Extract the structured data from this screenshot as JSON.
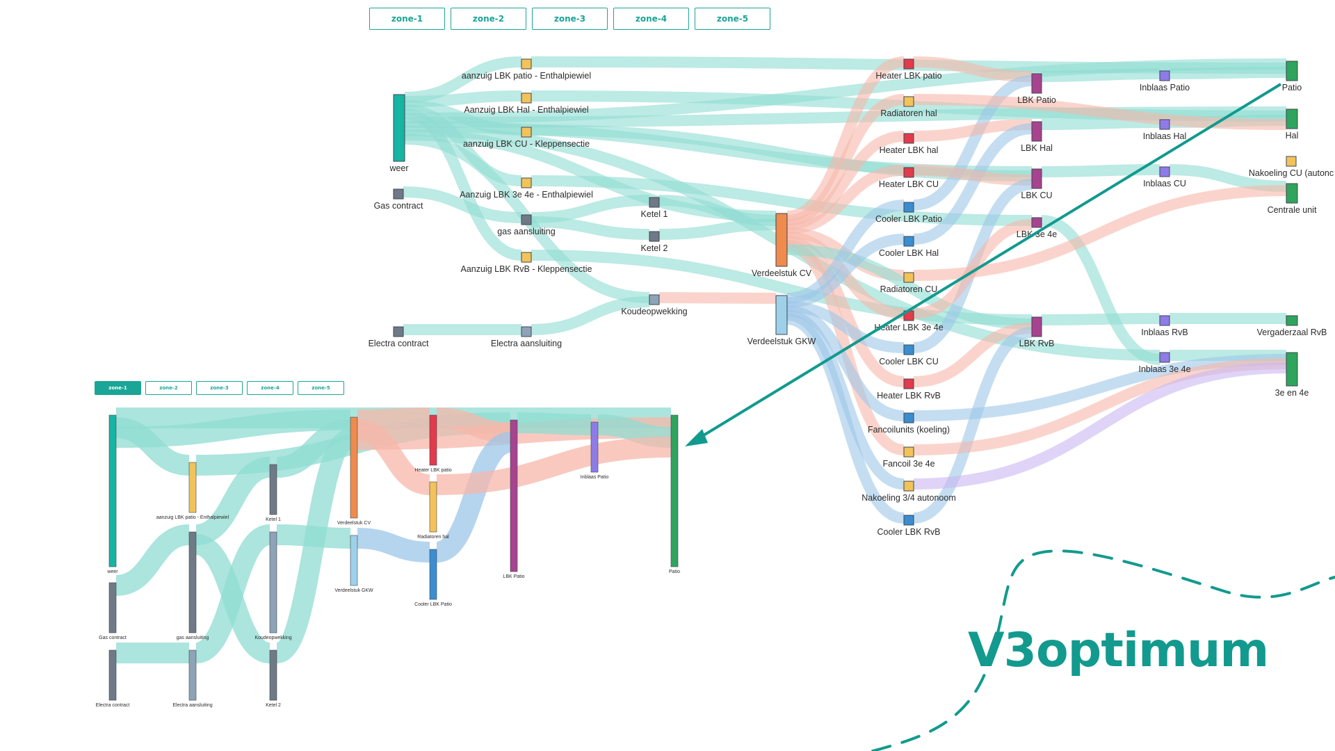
{
  "top_zones": [
    "zone-1",
    "zone-2",
    "zone-3",
    "zone-4",
    "zone-5"
  ],
  "mini_zones": [
    "zone-1",
    "zone-2",
    "zone-3",
    "zone-4",
    "zone-5"
  ],
  "mini_active_zone": 0,
  "logo": {
    "text": "V3optimum"
  },
  "colors": {
    "teal": "#16b5a3",
    "flow_teal": "#8fdcd2",
    "flow_red": "#f7b7aa",
    "flow_blue": "#9cc6e8",
    "flow_purple": "#c9b8f2",
    "yellow": "#f2c35a",
    "red": "#e23b4c",
    "grey": "#6f7a86",
    "blue": "#3b8dd0",
    "purple": "#a8438f",
    "violet": "#8e7be8",
    "green": "#2fa45d",
    "orange": "#ef8b4d",
    "lightblue": "#9fd0ea",
    "greyblue": "#8ea3b8"
  },
  "main_nodes": [
    {
      "id": "weer",
      "label": "weer",
      "color": "teal"
    },
    {
      "id": "gas_contract",
      "label": "Gas contract",
      "color": "grey"
    },
    {
      "id": "electra_contract",
      "label": "Electra contract",
      "color": "grey"
    },
    {
      "id": "az_patio",
      "label": "aanzuig LBK patio - Enthalpiewiel",
      "color": "yellow"
    },
    {
      "id": "az_hal",
      "label": "Aanzuig LBK Hal - Enthalpiewiel",
      "color": "yellow"
    },
    {
      "id": "az_cu",
      "label": "aanzuig LBK CU - Kleppensectie",
      "color": "yellow"
    },
    {
      "id": "az_3e",
      "label": "Aanzuig LBK 3e 4e - Enthalpiewiel",
      "color": "yellow"
    },
    {
      "id": "gas_aansl",
      "label": "gas aansluiting",
      "color": "grey"
    },
    {
      "id": "az_rvb",
      "label": "Aanzuig LBK RvB - Kleppensectie",
      "color": "yellow"
    },
    {
      "id": "electra_aansl",
      "label": "Electra aansluiting",
      "color": "greyblue"
    },
    {
      "id": "ketel1",
      "label": "Ketel 1",
      "color": "grey"
    },
    {
      "id": "ketel2",
      "label": "Ketel 2",
      "color": "grey"
    },
    {
      "id": "koude",
      "label": "Koudeopwekking",
      "color": "greyblue"
    },
    {
      "id": "vcv",
      "label": "Verdeelstuk CV",
      "color": "orange"
    },
    {
      "id": "vgkw",
      "label": "Verdeelstuk GKW",
      "color": "lightblue"
    },
    {
      "id": "h_patio",
      "label": "Heater LBK patio",
      "color": "red"
    },
    {
      "id": "rad_hal",
      "label": "Radiatoren hal",
      "color": "yellow"
    },
    {
      "id": "h_hal",
      "label": "Heater LBK hal",
      "color": "red"
    },
    {
      "id": "h_cu",
      "label": "Heater LBK CU",
      "color": "red"
    },
    {
      "id": "c_patio",
      "label": "Cooler LBK Patio",
      "color": "blue"
    },
    {
      "id": "c_hal",
      "label": "Cooler LBK Hal",
      "color": "blue"
    },
    {
      "id": "rad_cu",
      "label": "Radiatoren CU",
      "color": "yellow"
    },
    {
      "id": "h_3e",
      "label": "Heater LBK 3e 4e",
      "color": "red"
    },
    {
      "id": "c_cu",
      "label": "Cooler LBK CU",
      "color": "blue"
    },
    {
      "id": "h_rvb",
      "label": "Heater LBK RvB",
      "color": "red"
    },
    {
      "id": "fancoil",
      "label": "Fancoilunits (koeling)",
      "color": "blue"
    },
    {
      "id": "fancoil3e",
      "label": "Fancoil 3e 4e",
      "color": "yellow"
    },
    {
      "id": "nakoel34",
      "label": "Nakoeling 3/4 autonoom",
      "color": "yellow"
    },
    {
      "id": "c_rvb",
      "label": "Cooler LBK RvB",
      "color": "blue"
    },
    {
      "id": "lbk_patio",
      "label": "LBK Patio",
      "color": "purple"
    },
    {
      "id": "lbk_hal",
      "label": "LBK Hal",
      "color": "purple"
    },
    {
      "id": "lbk_cu",
      "label": "LBK CU",
      "color": "purple"
    },
    {
      "id": "lbk_3e",
      "label": "LBK 3e 4e",
      "color": "purple"
    },
    {
      "id": "lbk_rvb",
      "label": "LBK RvB",
      "color": "purple"
    },
    {
      "id": "in_patio",
      "label": "Inblaas Patio",
      "color": "violet"
    },
    {
      "id": "in_hal",
      "label": "Inblaas Hal",
      "color": "violet"
    },
    {
      "id": "in_cu",
      "label": "Inblaas CU",
      "color": "violet"
    },
    {
      "id": "in_rvb",
      "label": "Inblaas RvB",
      "color": "violet"
    },
    {
      "id": "in_3e",
      "label": "Inblaas 3e 4e",
      "color": "violet"
    },
    {
      "id": "patio",
      "label": "Patio",
      "color": "green"
    },
    {
      "id": "hal",
      "label": "Hal",
      "color": "green"
    },
    {
      "id": "nakoel_cu",
      "label": "Nakoeling CU (autonc",
      "color": "yellow"
    },
    {
      "id": "centrale",
      "label": "Centrale unit",
      "color": "green"
    },
    {
      "id": "vergader",
      "label": "Vergaderzaal RvB",
      "color": "green"
    },
    {
      "id": "e3e4",
      "label": "3e en 4e",
      "color": "green"
    }
  ],
  "main_links": [
    [
      "weer",
      "az_patio",
      "teal"
    ],
    [
      "weer",
      "az_hal",
      "teal"
    ],
    [
      "weer",
      "az_cu",
      "teal"
    ],
    [
      "weer",
      "az_3e",
      "teal"
    ],
    [
      "weer",
      "az_rvb",
      "teal"
    ],
    [
      "weer",
      "patio",
      "teal"
    ],
    [
      "weer",
      "hal",
      "teal"
    ],
    [
      "weer",
      "lbk_cu",
      "teal"
    ],
    [
      "weer",
      "in_3e",
      "teal"
    ],
    [
      "weer",
      "vcv",
      "teal"
    ],
    [
      "weer",
      "koude",
      "teal"
    ],
    [
      "az_patio",
      "patio",
      "teal"
    ],
    [
      "az_hal",
      "hal",
      "teal"
    ],
    [
      "az_cu",
      "lbk_cu",
      "teal"
    ],
    [
      "az_3e",
      "lbk_3e",
      "teal"
    ],
    [
      "az_rvb",
      "lbk_rvb",
      "teal"
    ],
    [
      "gas_contract",
      "gas_aansl",
      "teal"
    ],
    [
      "gas_aansl",
      "ketel1",
      "teal"
    ],
    [
      "gas_aansl",
      "ketel2",
      "teal"
    ],
    [
      "ketel1",
      "vcv",
      "teal"
    ],
    [
      "ketel2",
      "vcv",
      "teal"
    ],
    [
      "electra_contract",
      "electra_aansl",
      "teal"
    ],
    [
      "electra_aansl",
      "koude",
      "teal"
    ],
    [
      "koude",
      "vgkw",
      "red"
    ],
    [
      "vcv",
      "h_patio",
      "red"
    ],
    [
      "vcv",
      "rad_hal",
      "red"
    ],
    [
      "vcv",
      "h_hal",
      "red"
    ],
    [
      "vcv",
      "h_cu",
      "red"
    ],
    [
      "vcv",
      "rad_cu",
      "red"
    ],
    [
      "vcv",
      "h_3e",
      "red"
    ],
    [
      "vcv",
      "h_rvb",
      "red"
    ],
    [
      "vcv",
      "fancoil3e",
      "red"
    ],
    [
      "vcv",
      "lbk_rvb",
      "teal"
    ],
    [
      "vgkw",
      "c_patio",
      "blue"
    ],
    [
      "vgkw",
      "c_hal",
      "blue"
    ],
    [
      "vgkw",
      "c_cu",
      "blue"
    ],
    [
      "vgkw",
      "fancoil",
      "blue"
    ],
    [
      "vgkw",
      "nakoel34",
      "blue"
    ],
    [
      "vgkw",
      "c_rvb",
      "blue"
    ],
    [
      "h_patio",
      "lbk_patio",
      "red"
    ],
    [
      "c_patio",
      "lbk_patio",
      "blue"
    ],
    [
      "h_hal",
      "lbk_hal",
      "red"
    ],
    [
      "c_hal",
      "lbk_hal",
      "blue"
    ],
    [
      "h_cu",
      "lbk_cu",
      "red"
    ],
    [
      "c_cu",
      "lbk_cu",
      "blue"
    ],
    [
      "h_3e",
      "lbk_3e",
      "red"
    ],
    [
      "h_rvb",
      "lbk_rvb",
      "red"
    ],
    [
      "c_rvb",
      "lbk_rvb",
      "blue"
    ],
    [
      "lbk_patio",
      "in_patio",
      "teal"
    ],
    [
      "lbk_hal",
      "in_hal",
      "teal"
    ],
    [
      "lbk_cu",
      "in_cu",
      "teal"
    ],
    [
      "lbk_rvb",
      "in_rvb",
      "teal"
    ],
    [
      "lbk_3e",
      "in_3e",
      "teal"
    ],
    [
      "in_patio",
      "patio",
      "teal"
    ],
    [
      "in_hal",
      "hal",
      "teal"
    ],
    [
      "in_cu",
      "centrale",
      "teal"
    ],
    [
      "in_rvb",
      "vergader",
      "teal"
    ],
    [
      "in_3e",
      "e3e4",
      "teal"
    ],
    [
      "rad_hal",
      "hal",
      "red"
    ],
    [
      "rad_cu",
      "centrale",
      "red"
    ],
    [
      "fancoil",
      "e3e4",
      "blue"
    ],
    [
      "fancoil3e",
      "e3e4",
      "red"
    ],
    [
      "nakoel34",
      "e3e4",
      "purple"
    ]
  ],
  "mini_nodes": [
    {
      "id": "weer",
      "label": "weer",
      "color": "teal"
    },
    {
      "id": "gas_contract",
      "label": "Gas contract",
      "color": "grey"
    },
    {
      "id": "electra_contract",
      "label": "Electra contract",
      "color": "grey"
    },
    {
      "id": "az_patio",
      "label": "aanzuig LBK patio - Enthalpiewiel",
      "color": "yellow"
    },
    {
      "id": "gas_aansl",
      "label": "gas aansluiting",
      "color": "grey"
    },
    {
      "id": "electra_aansl",
      "label": "Electra aansluiting",
      "color": "greyblue"
    },
    {
      "id": "ketel1",
      "label": "Ketel 1",
      "color": "grey"
    },
    {
      "id": "koude",
      "label": "Koudeopwekking",
      "color": "greyblue"
    },
    {
      "id": "ketel2",
      "label": "Ketel 2",
      "color": "grey"
    },
    {
      "id": "vcv",
      "label": "Verdeelstuk CV",
      "color": "orange"
    },
    {
      "id": "vgkw",
      "label": "Verdeelstuk GKW",
      "color": "lightblue"
    },
    {
      "id": "h_patio",
      "label": "Heater LBK patio",
      "color": "red"
    },
    {
      "id": "rad_hal",
      "label": "Radiatoren hal",
      "color": "yellow"
    },
    {
      "id": "c_patio",
      "label": "Cooler LBK Patio",
      "color": "blue"
    },
    {
      "id": "lbk_patio",
      "label": "LBK Patio",
      "color": "purple"
    },
    {
      "id": "in_patio",
      "label": "Inblaas Patio",
      "color": "violet"
    },
    {
      "id": "patio",
      "label": "Patio",
      "color": "green"
    }
  ],
  "mini_links": [
    [
      "weer",
      "patio",
      "teal"
    ],
    [
      "weer",
      "az_patio",
      "teal"
    ],
    [
      "weer",
      "vcv",
      "teal"
    ],
    [
      "az_patio",
      "lbk_patio",
      "teal"
    ],
    [
      "gas_contract",
      "gas_aansl",
      "teal"
    ],
    [
      "gas_aansl",
      "ketel1",
      "teal"
    ],
    [
      "gas_aansl",
      "ketel2",
      "teal"
    ],
    [
      "electra_contract",
      "electra_aansl",
      "teal"
    ],
    [
      "electra_aansl",
      "koude",
      "teal"
    ],
    [
      "ketel1",
      "vcv",
      "teal"
    ],
    [
      "ketel2",
      "vcv",
      "teal"
    ],
    [
      "koude",
      "vgkw",
      "teal"
    ],
    [
      "vcv",
      "h_patio",
      "red"
    ],
    [
      "vcv",
      "rad_hal",
      "red"
    ],
    [
      "vcv",
      "patio",
      "red"
    ],
    [
      "vgkw",
      "c_patio",
      "blue"
    ],
    [
      "h_patio",
      "lbk_patio",
      "red"
    ],
    [
      "c_patio",
      "lbk_patio",
      "blue"
    ],
    [
      "lbk_patio",
      "in_patio",
      "teal"
    ],
    [
      "in_patio",
      "patio",
      "teal"
    ],
    [
      "rad_hal",
      "patio",
      "red"
    ]
  ]
}
